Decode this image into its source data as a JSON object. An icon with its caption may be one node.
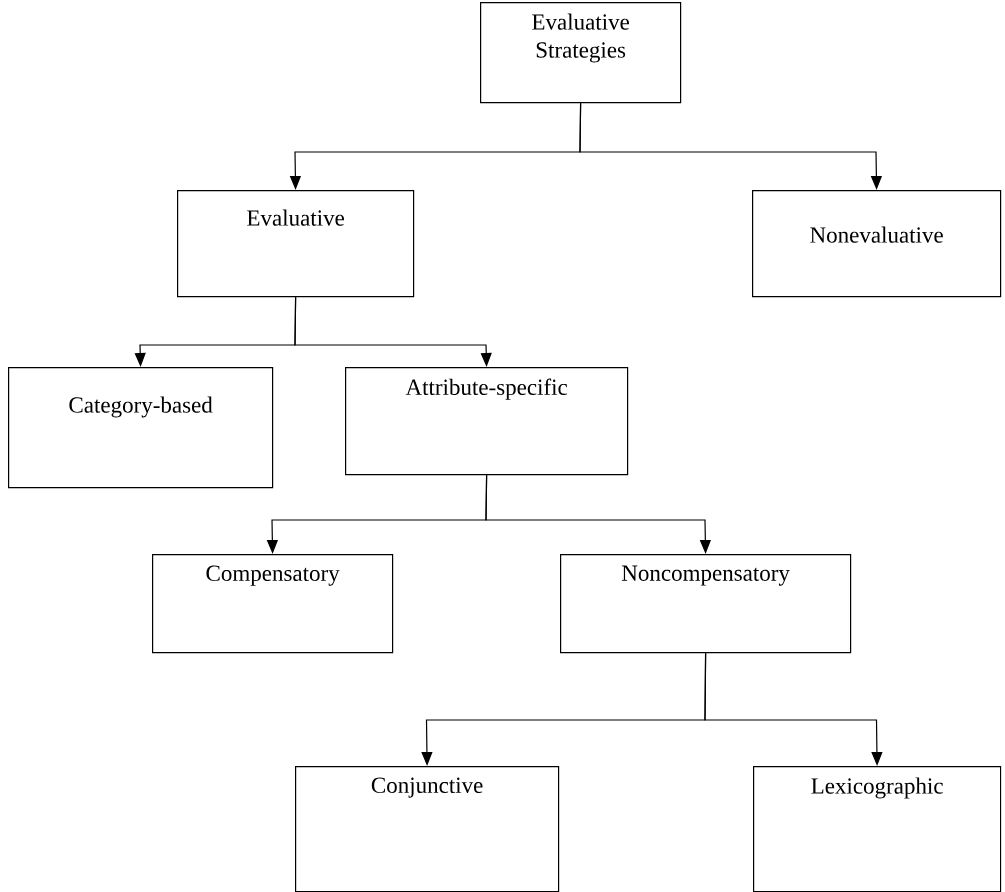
{
  "diagram": {
    "nodes": [
      {
        "text": [
          "Evaluative Strategies"
        ]
      },
      {
        "text": [
          "Evaluative"
        ]
      },
      {
        "text": [
          "Nonevaluative"
        ]
      },
      {
        "text": [
          "Category-based"
        ]
      },
      {
        "text": [
          "Attribute-specific"
        ]
      },
      {
        "text": [
          "Compensatory"
        ]
      },
      {
        "text": [
          "Noncompensatory"
        ]
      },
      {
        "text": [
          "Conjunctive"
        ]
      },
      {
        "text": [
          "Lexicographic"
        ]
      }
    ],
    "edges": [
      {
        "from": 0,
        "to": 1,
        "arrow": "to"
      },
      {
        "from": 0,
        "to": 2,
        "arrow": "to"
      },
      {
        "from": 1,
        "to": 3,
        "arrow": "to"
      },
      {
        "from": 1,
        "to": 4,
        "arrow": "to"
      },
      {
        "from": 4,
        "to": 5,
        "arrow": "to"
      },
      {
        "from": 4,
        "to": 6,
        "arrow": "to"
      },
      {
        "from": 6,
        "to": 7,
        "arrow": "to"
      },
      {
        "from": 6,
        "to": 8,
        "arrow": "to"
      }
    ]
  }
}
